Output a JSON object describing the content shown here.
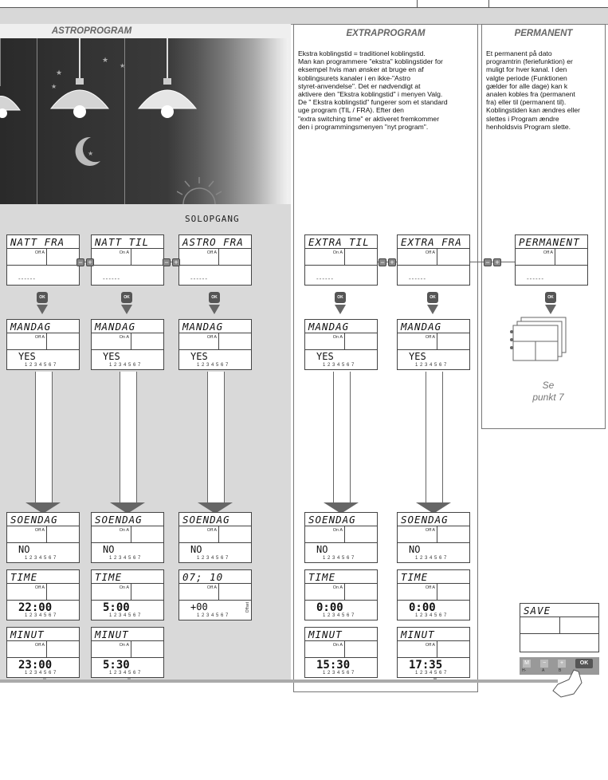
{
  "panels": {
    "astro": {
      "title": "ASTROPROGRAM",
      "sunrise_label": "SOLOPGANG"
    },
    "extra": {
      "title": "EXTRAPROGRAM",
      "description": "Ekstra koblingstid = traditionel koblingstid.\nMan kan programmere \"ekstra\" koblingstider for\neksempel hvis man ønsker at bruge en af\nkoblingsurets kanaler i en ikke-\"Astro\nstyret-anvendelse\". Det er nødvendigt at\naktivere den \"Ekstra koblingstid\" i menyen Valg.\nDe \" Ekstra koblingstid\" fungerer som et standard\nuge program (TIL / FRA). Efter den\n\"extra switching time\" er aktiveret fremkommer\nden i programmingsmenyen \"nyt program\"."
    },
    "permanent": {
      "title": "PERMANENT",
      "description": "Et permanent på dato\nprogramtrin (feriefunktion) er\nmuligt for hver kanal. I den\nvalgte periode (Funktionen\ngælder for alle dage) kan k\nanalen kobles fra (permanent\nfra) eller til (permanent til).\nKoblingstiden kan ændres eller\nslettes i Program ændre\nhenholdsvis Program slette.",
      "see_text": "Se\npunkt 7"
    }
  },
  "buttons": {
    "ok": "OK",
    "plus": "+",
    "minus": "−"
  },
  "columns": [
    {
      "screens": [
        {
          "title": "NATT FRA",
          "status": "Off A",
          "value": "------"
        },
        {
          "title": "MANDAG",
          "status": "Off A",
          "value": "YES",
          "days": "1 2 3 4 5 6 7"
        },
        {
          "title": "SOENDAG",
          "status": "Off A",
          "value": "NO",
          "days": "1 2 3 4 5 6 7"
        },
        {
          "title": "TIME",
          "status": "Off A",
          "value": "22:00",
          "days": "1 2 3 4 5 6 7"
        },
        {
          "title": "MINUT",
          "status": "Off A",
          "value": "23:00",
          "days": "1 2 3 4 5 6 7"
        }
      ]
    },
    {
      "screens": [
        {
          "title": "NATT TIL",
          "status": "On A",
          "value": "------"
        },
        {
          "title": "MANDAG",
          "status": "On A",
          "value": "YES",
          "days": "1 2 3 4 5 6 7"
        },
        {
          "title": "SOENDAG",
          "status": "On A",
          "value": "NO",
          "days": "1 2 3 4 5 6 7"
        },
        {
          "title": "TIME",
          "status": "On A",
          "value": "5:00",
          "days": "1 2 3 4 5 6 7"
        },
        {
          "title": "MINUT",
          "status": "On A",
          "value": "5:30",
          "days": "1 2 3 4 5 6 7"
        }
      ]
    },
    {
      "screens": [
        {
          "title": "ASTRO FRA",
          "status": "Off A",
          "value": "------"
        },
        {
          "title": "MANDAG",
          "status": "Off A",
          "value": "YES",
          "days": "1 2 3 4 5 6 7"
        },
        {
          "title": "SOENDAG",
          "status": "Off A",
          "value": "NO",
          "days": "1 2 3 4 5 6 7"
        },
        {
          "title": "07; 10",
          "status": "Off A",
          "value": "+00",
          "days": "1 2 3 4 5 6 7",
          "side": "Offset"
        }
      ]
    },
    {
      "screens": [
        {
          "title": "EXTRA TIL",
          "status": "On A",
          "value": "------"
        },
        {
          "title": "MANDAG",
          "status": "On A",
          "value": "YES",
          "days": "1 2 3 4 5 6 7"
        },
        {
          "title": "SOENDAG",
          "status": "On A",
          "value": "NO",
          "days": "1 2 3 4 5 6 7"
        },
        {
          "title": "TIME",
          "status": "On A",
          "value": "0:00",
          "days": "1 2 3 4 5 6 7"
        },
        {
          "title": "MINUT",
          "status": "On A",
          "value": "15:30",
          "days": "1 2 3 4 5 6 7"
        }
      ]
    },
    {
      "screens": [
        {
          "title": "EXTRA FRA",
          "status": "Off A",
          "value": "------"
        },
        {
          "title": "MANDAG",
          "status": "Off A",
          "value": "YES",
          "days": "1 2 3 4 5 6 7"
        },
        {
          "title": "SOENDAG",
          "status": "Off A",
          "value": "NO",
          "days": "1 2 3 4 5 6 7"
        },
        {
          "title": "TIME",
          "status": "Off A",
          "value": "0:00",
          "days": "1 2 3 4 5 6 7"
        },
        {
          "title": "MINUT",
          "status": "Off A",
          "value": "17:35",
          "days": "1 2 3 4 5 6 7"
        }
      ]
    },
    {
      "screens": [
        {
          "title": "PERMANENT",
          "status": "Off A",
          "value": "------"
        }
      ]
    }
  ],
  "save_screen": {
    "title": "SAVE",
    "keys": [
      "M",
      "−",
      "+",
      "OK"
    ],
    "key_labels": [
      "H-",
      "A",
      "B"
    ]
  }
}
